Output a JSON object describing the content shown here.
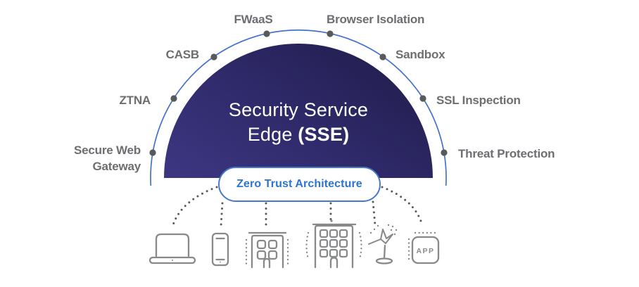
{
  "title": {
    "line1": "Security Service",
    "line2_regular": "Edge ",
    "line2_bold": "(SSE)"
  },
  "arc_labels": [
    {
      "id": "secure-web-gateway",
      "text": "Secure Web Gateway"
    },
    {
      "id": "ztna",
      "text": "ZTNA"
    },
    {
      "id": "casb",
      "text": "CASB"
    },
    {
      "id": "fwaas",
      "text": "FWaaS"
    },
    {
      "id": "browser-isolation",
      "text": "Browser Isolation"
    },
    {
      "id": "sandbox",
      "text": "Sandbox"
    },
    {
      "id": "ssl-inspection",
      "text": "SSL Inspection"
    },
    {
      "id": "threat-protection",
      "text": "Threat Protection"
    }
  ],
  "pill": {
    "label": "Zero Trust Architecture"
  },
  "devices": {
    "app_label": "APP",
    "items": [
      "laptop",
      "smartphone",
      "small-office-building",
      "large-office-building",
      "satellite-antenna",
      "app-box"
    ]
  },
  "colors": {
    "dome_gradient_start": "#3d3783",
    "dome_gradient_end": "#221e4e",
    "arc_blue": "#4472c9",
    "label_gray": "#6d6e71",
    "dot_gray": "#58595b",
    "pill_border_blue": "#4878cc",
    "pill_text_blue": "#2d74d0",
    "icon_gray": "#87898b"
  }
}
